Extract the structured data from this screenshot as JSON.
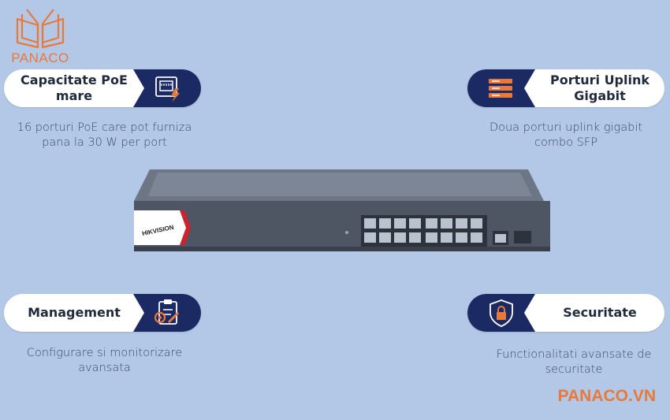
{
  "brand": {
    "logo_text": "PANACO",
    "footer": "PANACO.VN",
    "accent": "#e8793b",
    "navy": "#1b2a63"
  },
  "features": [
    {
      "title": "Capacitate PoE mare",
      "description": "16 porturi PoE care pot furniza pana la 30 W per port",
      "icon": "poe-port-icon"
    },
    {
      "title": "Porturi Uplink Gigabit",
      "description": "Doua porturi uplink gigabit combo SFP",
      "icon": "server-rack-icon"
    },
    {
      "title": "Management",
      "description": "Configurare si monitorizare avansata",
      "icon": "management-clipboard-icon"
    },
    {
      "title": "Securitate",
      "description": "Functionalitati avansate de securitate",
      "icon": "security-lock-icon"
    }
  ],
  "device": {
    "brand_label": "HIKVISION"
  }
}
